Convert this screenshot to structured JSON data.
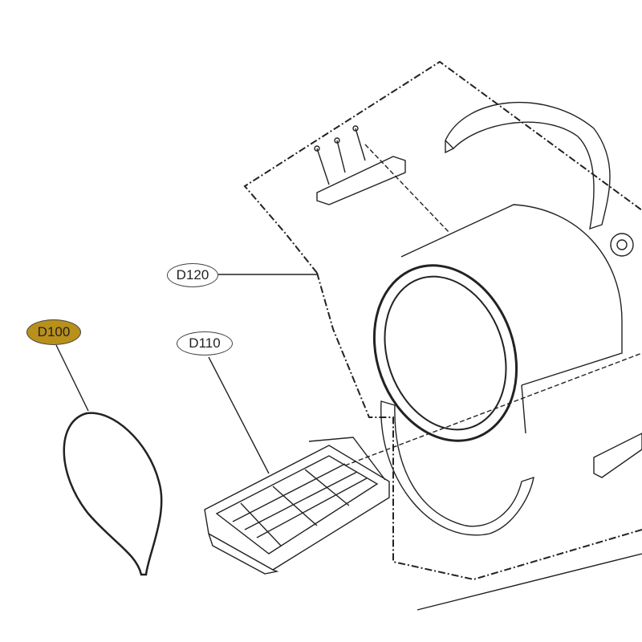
{
  "callouts": [
    {
      "id": "D100",
      "highlighted": true
    },
    {
      "id": "D110",
      "highlighted": false
    },
    {
      "id": "D120",
      "highlighted": false
    }
  ],
  "colors": {
    "highlight": "#B8901A",
    "line": "#222222",
    "outline": "#444444"
  }
}
